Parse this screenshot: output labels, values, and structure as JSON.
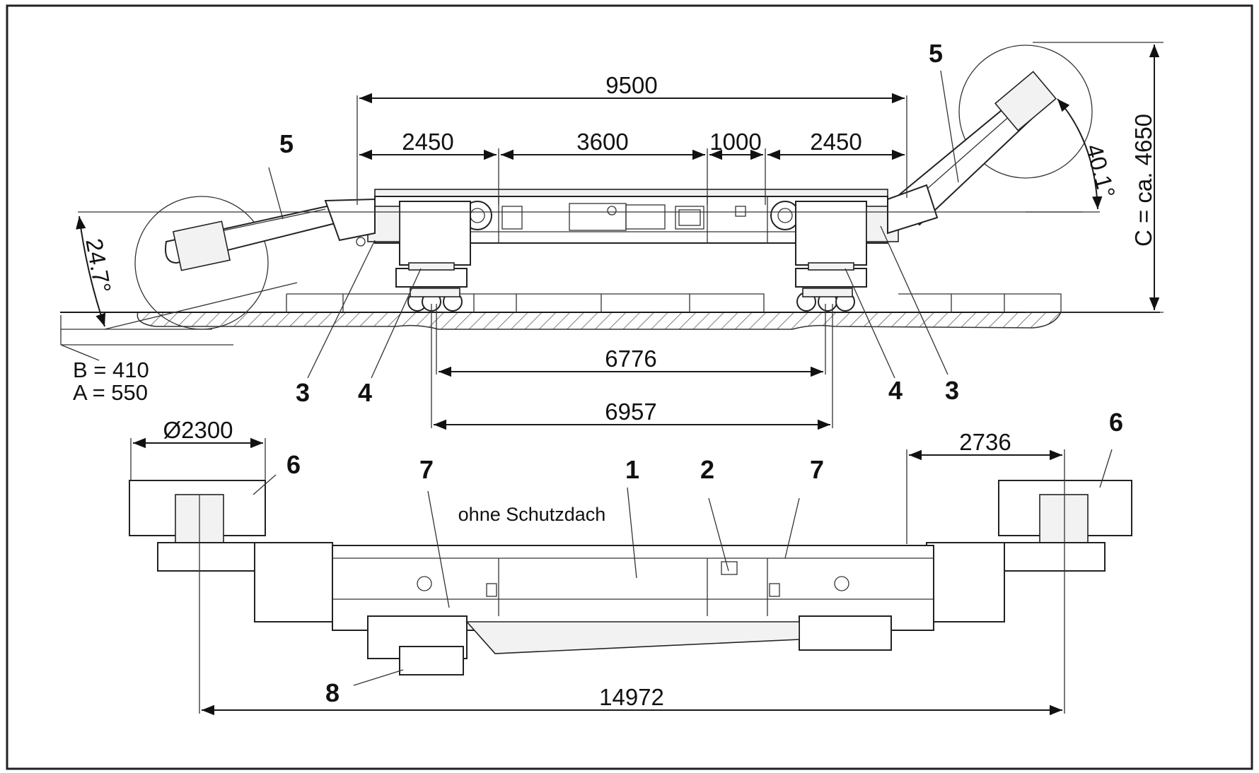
{
  "dimensions": {
    "overall_9500": "9500",
    "seg_2450_left": "2450",
    "seg_3600": "3600",
    "seg_1000": "1000",
    "seg_2450_right": "2450",
    "height_c": "C = ca. 4650",
    "angle_left": "24.7°",
    "angle_right": "40.1°",
    "param_b": "B = 410",
    "param_a": "A = 550",
    "inner_6776": "6776",
    "outer_6957": "6957",
    "diameter": "Ø2300",
    "span_2736": "2736",
    "total_14972": "14972"
  },
  "callouts": {
    "c1": "1",
    "c2": "2",
    "c3": "3",
    "c4": "4",
    "c5": "5",
    "c6": "6",
    "c7": "7",
    "c8": "8"
  },
  "notes": {
    "no_roof": "ohne Schutzdach"
  }
}
